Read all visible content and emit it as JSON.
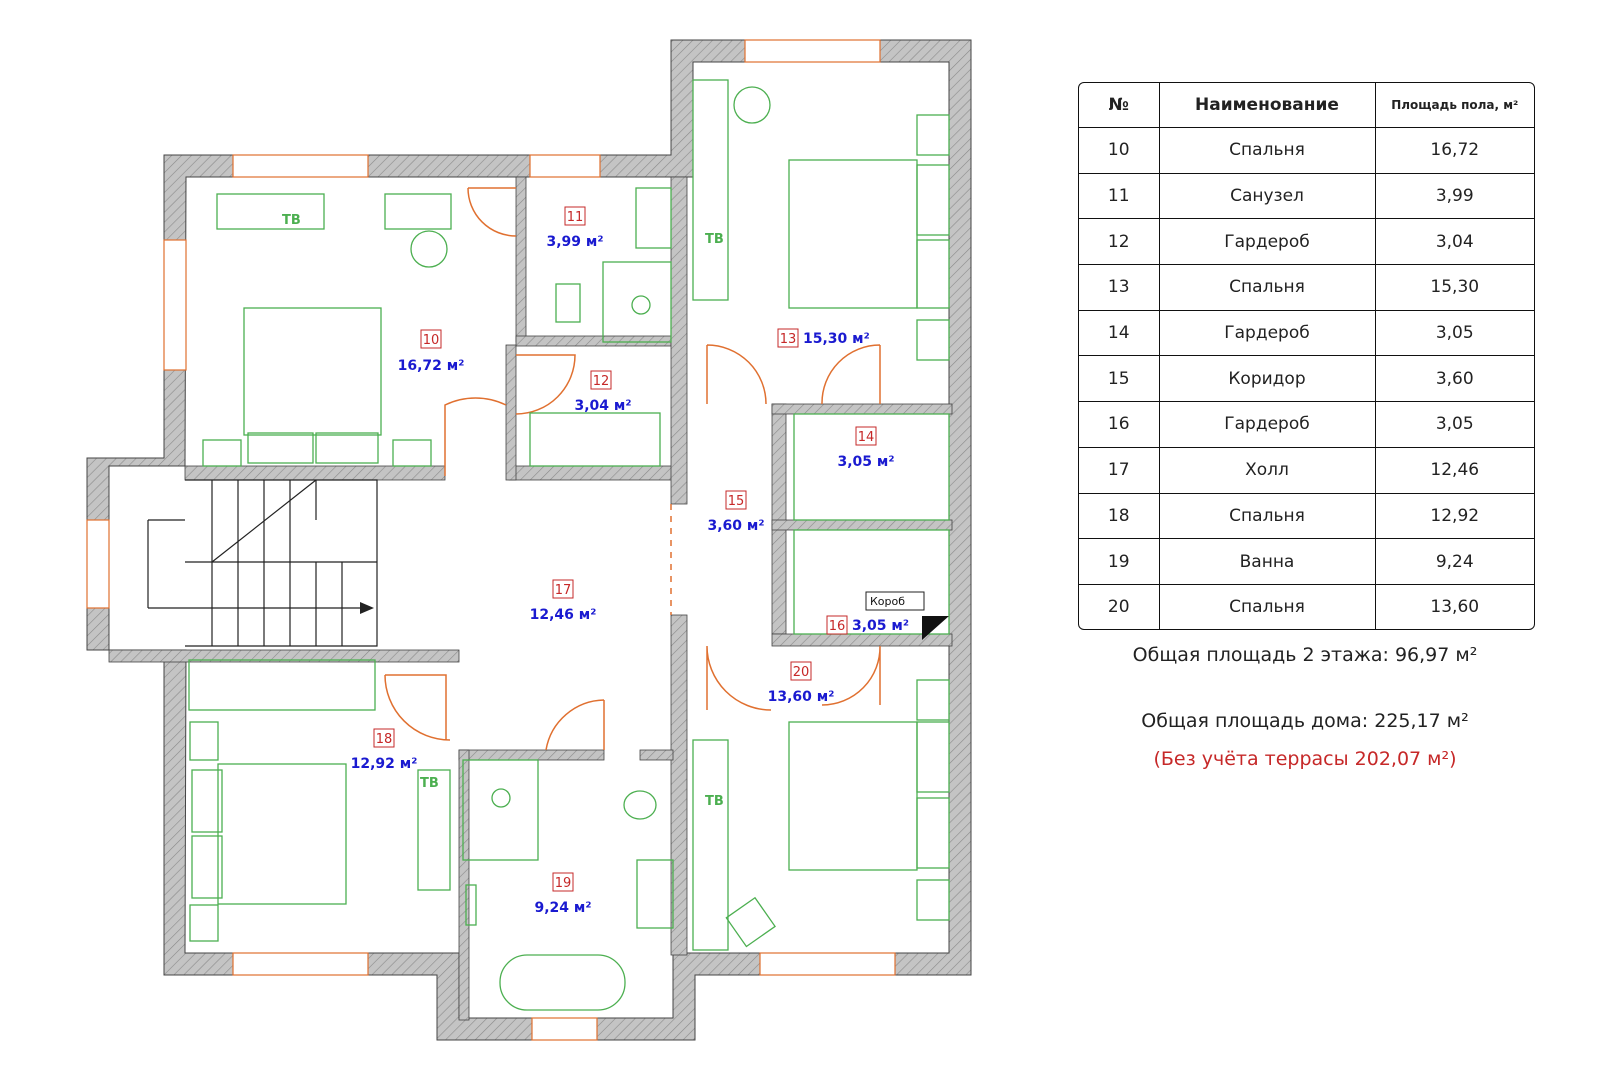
{
  "table": {
    "headers": {
      "num": "№",
      "name": "Наименование",
      "area": "Площадь пола, м²"
    },
    "rows": [
      {
        "num": "10",
        "name": "Спальня",
        "area": "16,72"
      },
      {
        "num": "11",
        "name": "Санузел",
        "area": "3,99"
      },
      {
        "num": "12",
        "name": "Гардероб",
        "area": "3,04"
      },
      {
        "num": "13",
        "name": "Спальня",
        "area": "15,30"
      },
      {
        "num": "14",
        "name": "Гардероб",
        "area": "3,05"
      },
      {
        "num": "15",
        "name": "Коридор",
        "area": "3,60"
      },
      {
        "num": "16",
        "name": "Гардероб",
        "area": "3,05"
      },
      {
        "num": "17",
        "name": "Холл",
        "area": "12,46"
      },
      {
        "num": "18",
        "name": "Спальня",
        "area": "12,92"
      },
      {
        "num": "19",
        "name": "Ванна",
        "area": "9,24"
      },
      {
        "num": "20",
        "name": "Спальня",
        "area": "13,60"
      }
    ]
  },
  "summary": {
    "floor_label": "Общая площадь 2 этажа:",
    "floor_value": "96,97 м²",
    "house_label": "Общая площадь дома:",
    "house_value": "225,17 м²",
    "no_terrace": "(Без учёта террасы 202,07 м²)"
  },
  "plan": {
    "rooms": {
      "r10": {
        "num": "10",
        "area": "16,72 м²"
      },
      "r11": {
        "num": "11",
        "area": "3,99 м²"
      },
      "r12": {
        "num": "12",
        "area": "3,04 м²"
      },
      "r13": {
        "num": "13",
        "area": "15,30 м²"
      },
      "r14": {
        "num": "14",
        "area": "3,05 м²"
      },
      "r15": {
        "num": "15",
        "area": "3,60 м²"
      },
      "r16": {
        "num": "16",
        "area": "3,05 м²"
      },
      "r17": {
        "num": "17",
        "area": "12,46 м²"
      },
      "r18": {
        "num": "18",
        "area": "12,92 м²"
      },
      "r19": {
        "num": "19",
        "area": "9,24 м²"
      },
      "r20": {
        "num": "20",
        "area": "13,60 м²"
      }
    },
    "tv_label": "ТВ",
    "box_label": "Короб"
  },
  "colors": {
    "wall": "#bdbdbd",
    "furniture": "#4caf50",
    "door": "#f0a070",
    "room_number": "#c62828",
    "area": "#1a1ad0",
    "note": "#c62828"
  }
}
